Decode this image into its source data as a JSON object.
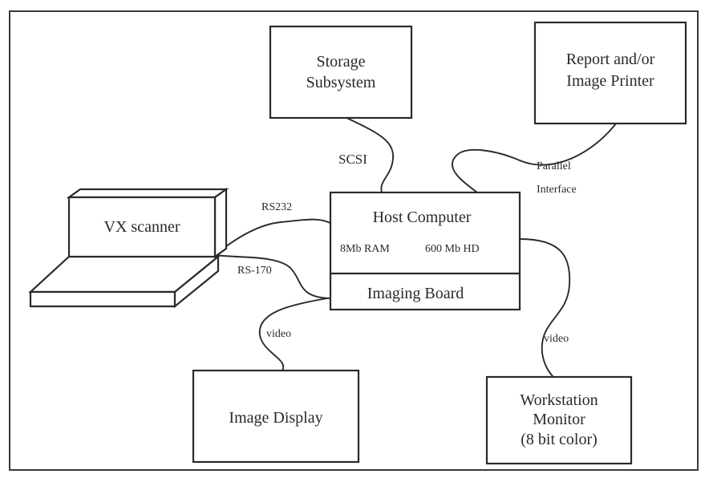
{
  "storage": {
    "line1": "Storage",
    "line2": "Subsystem"
  },
  "printer": {
    "line1": "Report and/or",
    "line2": "Image Printer"
  },
  "scanner": {
    "label": "VX scanner"
  },
  "host": {
    "title": "Host Computer",
    "ram": "8Mb RAM",
    "hd": "600 Mb HD",
    "board": "Imaging Board"
  },
  "display": {
    "label": "Image Display"
  },
  "monitor": {
    "line1": "Workstation",
    "line2": "Monitor",
    "line3": "(8 bit color)"
  },
  "links": {
    "scsi": "SCSI",
    "parallel1": "Parallel",
    "parallel2": "Interface",
    "rs232": "RS232",
    "rs170": "RS-170",
    "video_left": "video",
    "video_right": "video"
  }
}
